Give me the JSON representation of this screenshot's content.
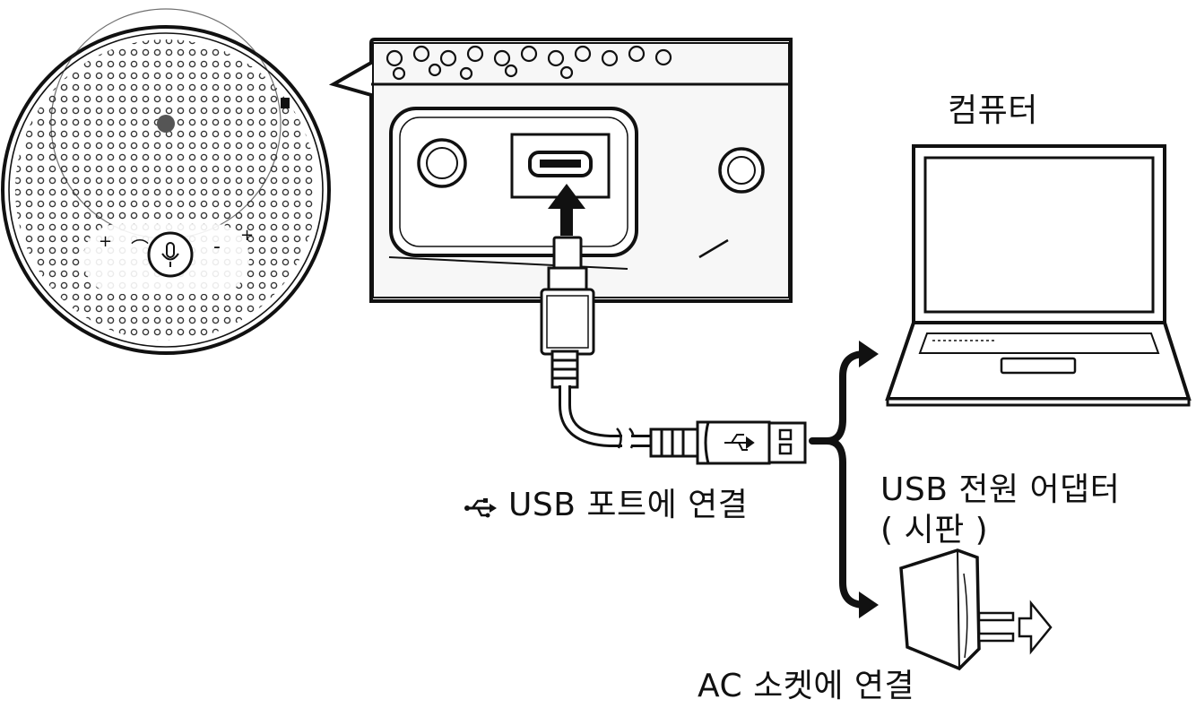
{
  "labels": {
    "computer": "컴퓨터",
    "usb_port": "USB 포트에 연결",
    "usb_power_adapter": "USB 전원 어댑터",
    "usb_power_adapter_note": "( 시판 )",
    "ac_socket": "AC 소켓에 연결"
  },
  "icons": {
    "usb_symbol": "usb-trident-icon",
    "speaker": "speakerphone",
    "laptop": "laptop-computer",
    "adapter": "usb-power-adapter"
  },
  "colors": {
    "line": "#111111",
    "device_fill": "#f7f7f7",
    "background": "#ffffff"
  }
}
